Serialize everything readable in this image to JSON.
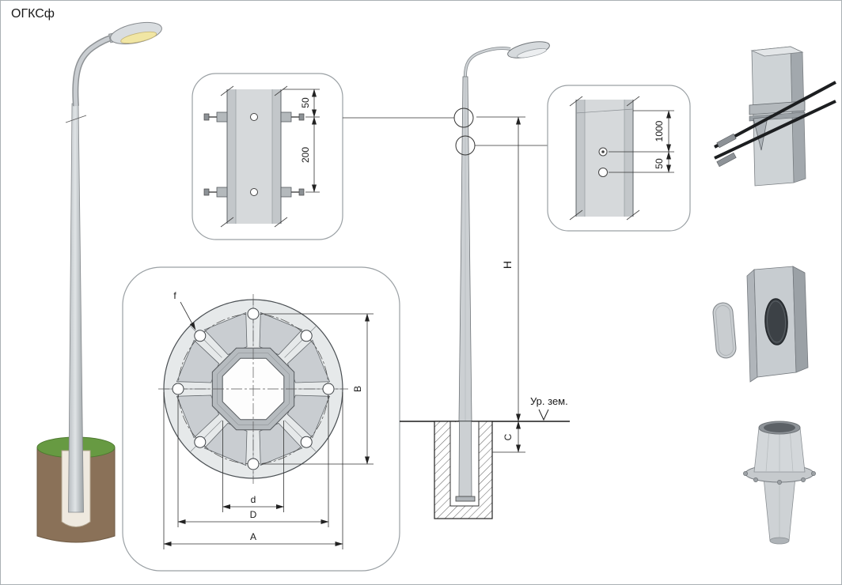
{
  "title": "ОГКСф",
  "detail_top": {
    "dim_top": "50",
    "dim_bottom": "200"
  },
  "flange": {
    "f": "f",
    "b": "B",
    "d": "d",
    "d_cap": "D",
    "a": "A"
  },
  "elevation": {
    "h": "H",
    "c": "C",
    "ground_label": "Ур. зем."
  },
  "detail_side": {
    "dim_top": "1000",
    "dim_bottom": "50"
  },
  "colors": {
    "grass": "#679a42",
    "soil": "#8a7158",
    "lens": "#f1e6a4",
    "pole": "#c9ced2"
  }
}
